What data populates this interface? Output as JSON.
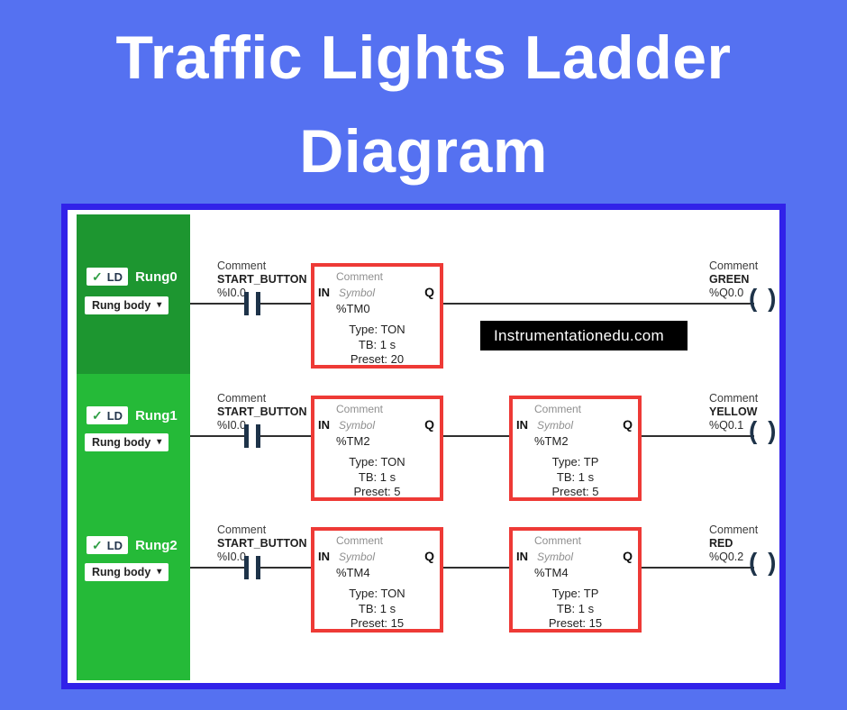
{
  "title": {
    "line1": "Traffic Lights Ladder",
    "line2": "Diagram"
  },
  "watermark": "Instrumentationedu.com",
  "icons": {
    "check": "✓",
    "caret": "▾"
  },
  "colors": {
    "background": "#5571f1",
    "panel_border": "#3122e9",
    "sidebar_green_dark": "#1d9630",
    "sidebar_green_bright": "#25ba38",
    "timer_block_border": "#ee3a36",
    "wire": "#2f2f2f",
    "symbol_navy": "#1e3349"
  },
  "rungs": [
    {
      "name": "Rung0",
      "ld_label": "LD",
      "body_label": "Rung body",
      "contact": {
        "comment": "Comment",
        "symbol": "START_BUTTON",
        "address": "%I0.0"
      },
      "timers": [
        {
          "comment": "Comment",
          "in_label": "IN",
          "symbol_label": "Symbol",
          "address": "%TM0",
          "q_label": "Q",
          "type": "Type: TON",
          "time_base": "TB: 1 s",
          "preset": "Preset: 20"
        }
      ],
      "coil": {
        "comment": "Comment",
        "symbol": "GREEN",
        "address": "%Q0.0",
        "glyph": "( )"
      }
    },
    {
      "name": "Rung1",
      "ld_label": "LD",
      "body_label": "Rung body",
      "contact": {
        "comment": "Comment",
        "symbol": "START_BUTTON",
        "address": "%I0.0"
      },
      "timers": [
        {
          "comment": "Comment",
          "in_label": "IN",
          "symbol_label": "Symbol",
          "address": "%TM2",
          "q_label": "Q",
          "type": "Type: TON",
          "time_base": "TB: 1 s",
          "preset": "Preset: 5"
        },
        {
          "comment": "Comment",
          "in_label": "IN",
          "symbol_label": "Symbol",
          "address": "%TM2",
          "q_label": "Q",
          "type": "Type: TP",
          "time_base": "TB: 1 s",
          "preset": "Preset: 5"
        }
      ],
      "coil": {
        "comment": "Comment",
        "symbol": "YELLOW",
        "address": "%Q0.1",
        "glyph": "( )"
      }
    },
    {
      "name": "Rung2",
      "ld_label": "LD",
      "body_label": "Rung body",
      "contact": {
        "comment": "Comment",
        "symbol": "START_BUTTON",
        "address": "%I0.0"
      },
      "timers": [
        {
          "comment": "Comment",
          "in_label": "IN",
          "symbol_label": "Symbol",
          "address": "%TM4",
          "q_label": "Q",
          "type": "Type: TON",
          "time_base": "TB: 1 s",
          "preset": "Preset: 15"
        },
        {
          "comment": "Comment",
          "in_label": "IN",
          "symbol_label": "Symbol",
          "address": "%TM4",
          "q_label": "Q",
          "type": "Type: TP",
          "time_base": "TB: 1 s",
          "preset": "Preset: 15"
        }
      ],
      "coil": {
        "comment": "Comment",
        "symbol": "RED",
        "address": "%Q0.2",
        "glyph": "( )"
      }
    }
  ]
}
